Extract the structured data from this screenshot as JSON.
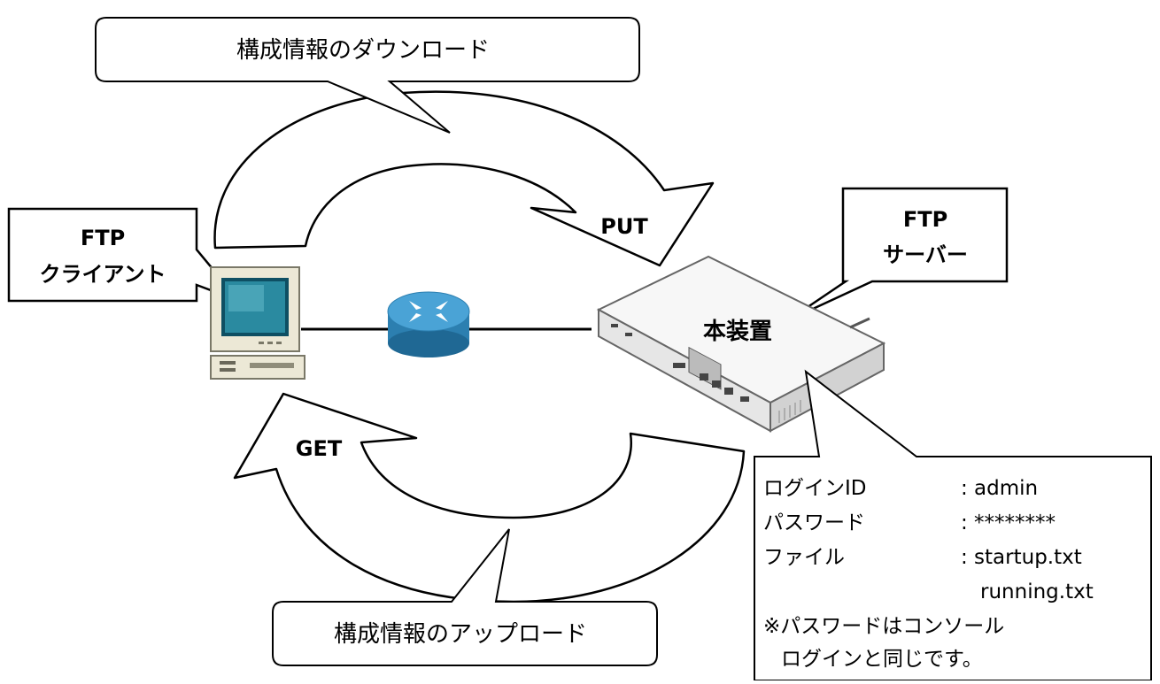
{
  "download_callout": "構成情報のダウンロード",
  "upload_callout": "構成情報のアップロード",
  "put_label": "PUT",
  "get_label": "GET",
  "client_callout": {
    "line1": "FTP",
    "line2": "クライアント"
  },
  "server_callout": {
    "line1": "FTP",
    "line2": "サーバー"
  },
  "device_label": "本装置",
  "info_box": {
    "rows": [
      {
        "key": "ログインID",
        "value": ": admin"
      },
      {
        "key": "パスワード",
        "value": ": ********"
      },
      {
        "key": "ファイル",
        "value": ": startup.txt"
      },
      {
        "key": "",
        "value": "running.txt"
      }
    ],
    "note_line1": "※パスワードはコンソール",
    "note_line2": "ログインと同じです。"
  }
}
